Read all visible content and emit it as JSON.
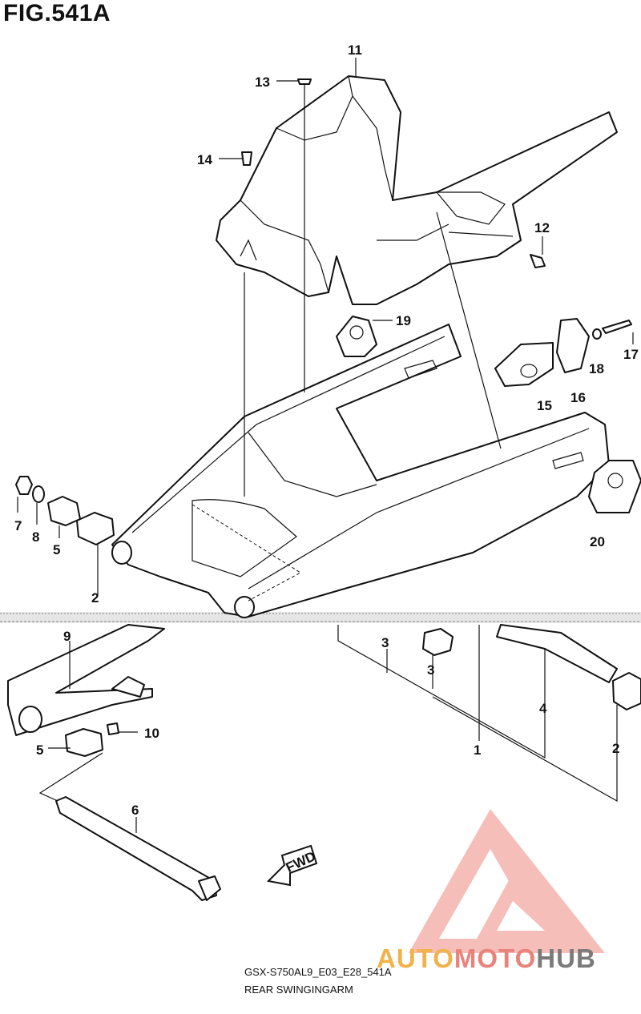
{
  "figure_title": "FIG.541A",
  "caption": {
    "model_code": "GSX-S750AL9_E03_E28_541A",
    "name": "REAR SWINGINGARM"
  },
  "brand": {
    "part1": "AUTO",
    "part2": "MOTO",
    "part3": "HUB"
  },
  "fwd_label": "FWD",
  "callouts": [
    "11",
    "13",
    "14",
    "12",
    "19",
    "17",
    "16",
    "18",
    "15",
    "20",
    "7",
    "8",
    "5",
    "2",
    "9",
    "3",
    "3",
    "4",
    "2",
    "1",
    "5",
    "10",
    "6"
  ],
  "colors": {
    "line": "#111111",
    "brand_red": "#e8837a",
    "brand_orange": "#f2b24a",
    "brand_gray": "#7a7a7a"
  }
}
